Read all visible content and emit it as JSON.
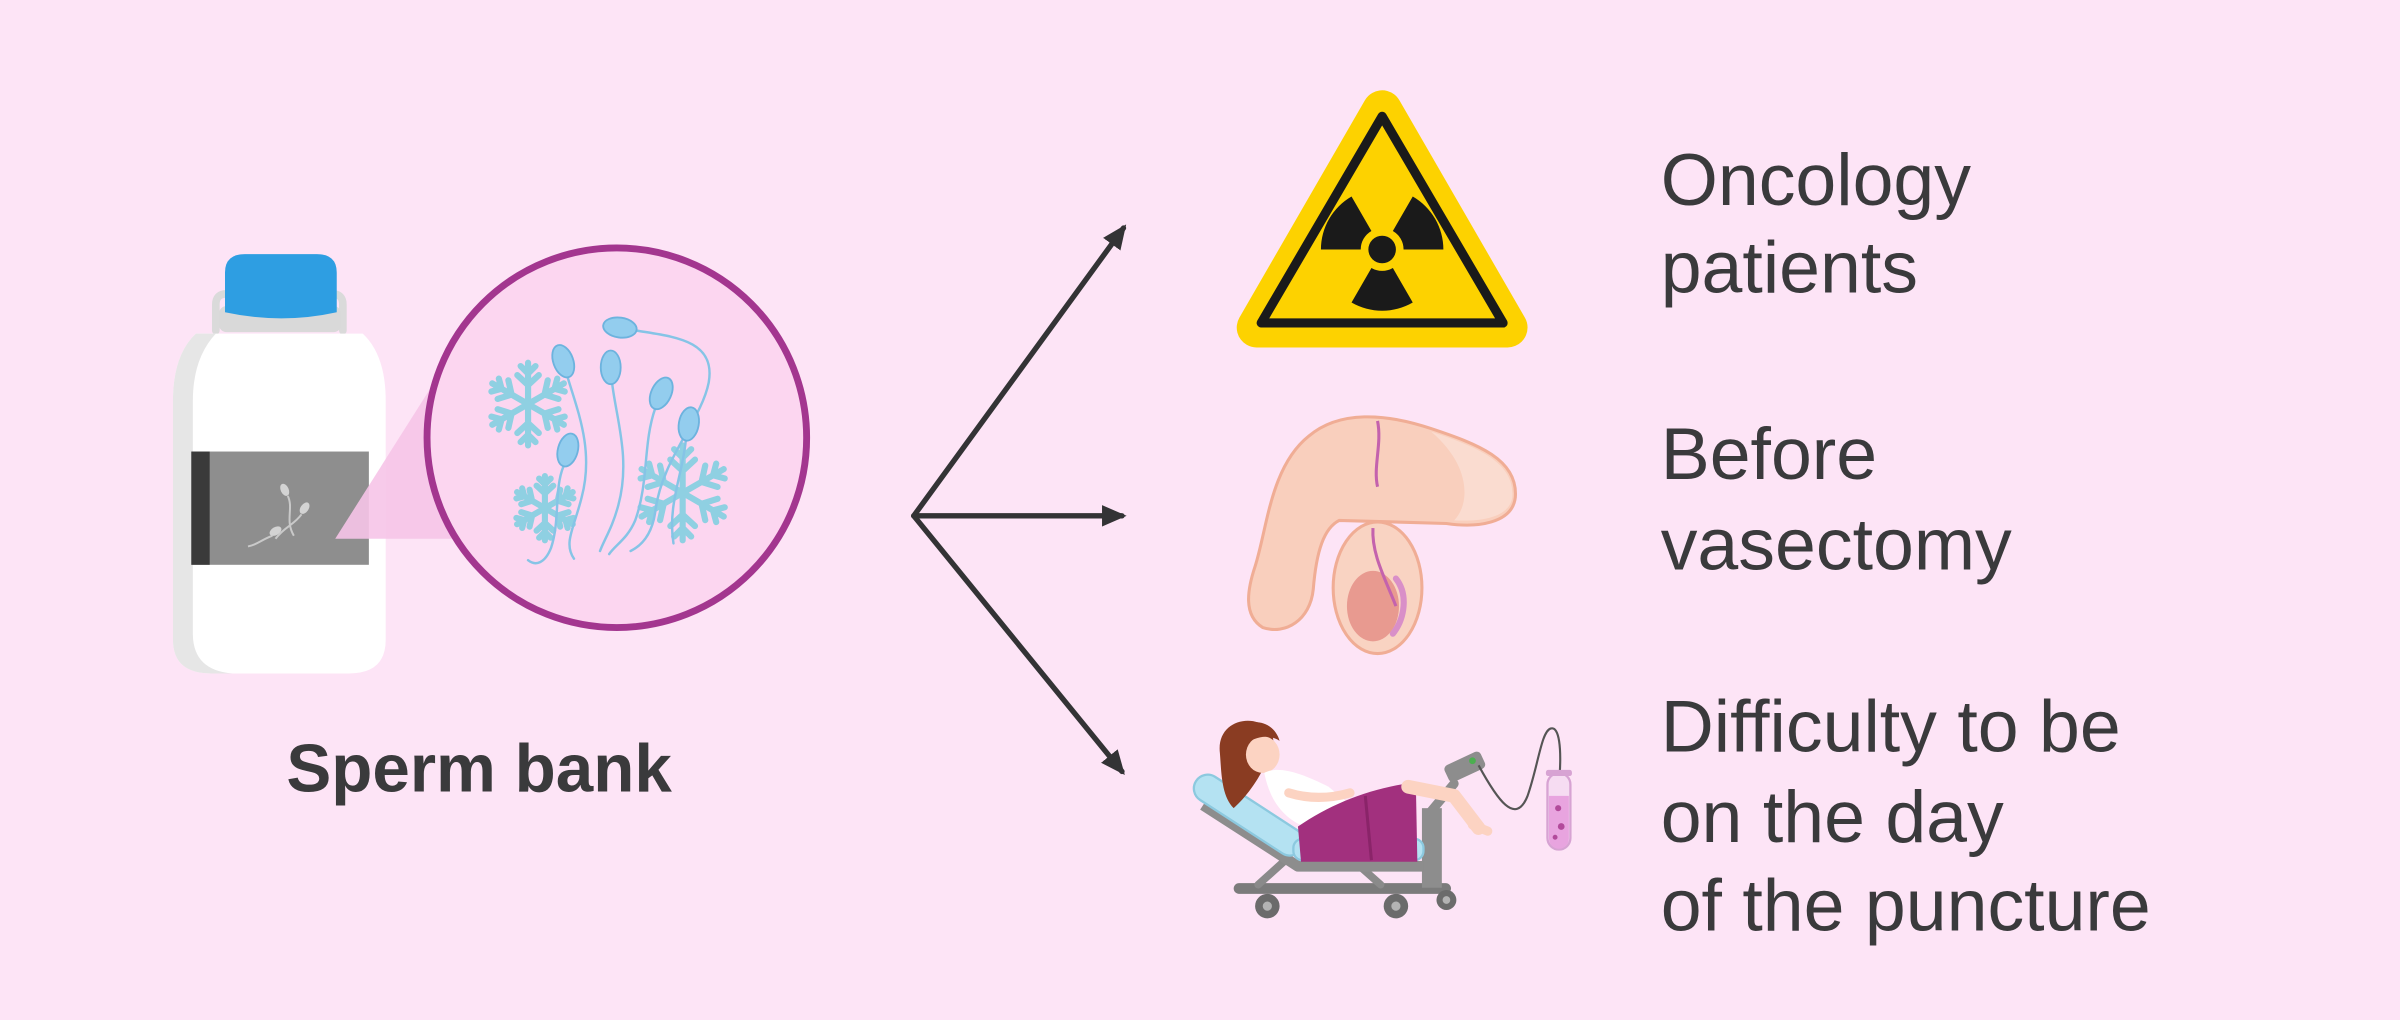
{
  "source": {
    "label": "Sperm bank",
    "icon": "sperm-bank-bottle-icon",
    "detail_icons": [
      "snowflake-icon",
      "sperm-cell-icon"
    ]
  },
  "targets": [
    {
      "icon": "radiation-warning-icon",
      "lines": [
        "Oncology",
        "patients"
      ]
    },
    {
      "icon": "male-genitals-illustration",
      "lines": [
        "Before",
        "vasectomy"
      ]
    },
    {
      "icon": "patient-in-gynecological-chair-illustration",
      "lines": [
        "Difficulty to be",
        "on the day",
        "of the puncture"
      ]
    }
  ],
  "colors": {
    "background": "#fde4f6",
    "magnifier_ring": "#a3368f",
    "text": "#3a3a3c",
    "bottle_cap": "#2e9ee2",
    "warning_yellow": "#fdd200",
    "snowflake": "#8fd0e2"
  }
}
